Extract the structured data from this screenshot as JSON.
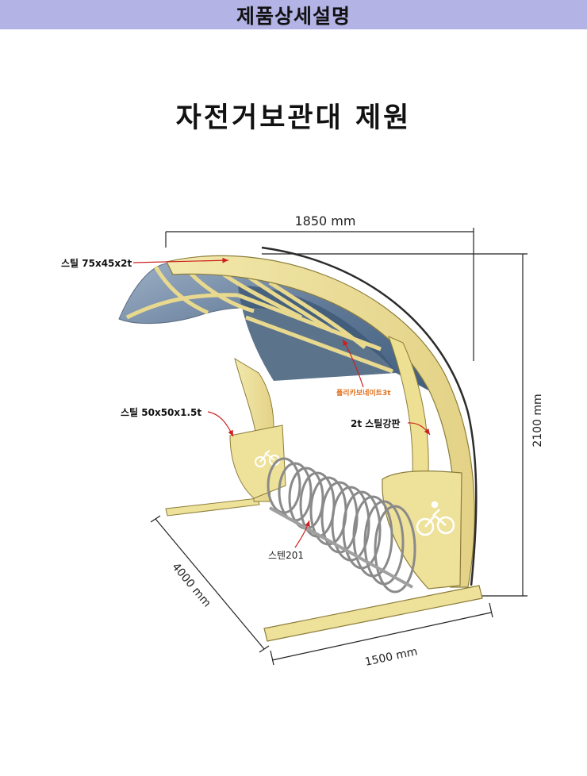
{
  "header": {
    "title": "제품상세설명"
  },
  "main": {
    "title": "자전거보관대 제원"
  },
  "dimensions": {
    "width_top": "1850 mm",
    "height": "2100 mm",
    "depth": "4000 mm",
    "width_bottom": "1500 mm"
  },
  "labels": {
    "steel_frame": "스틸 75x45x2t",
    "polycarbonate": "폴리카보네이트3t",
    "steel_tube": "스틸 50x50x1.5t",
    "steel_plate": "2t 스틸강판",
    "stainless": "스텐201"
  },
  "colors": {
    "header_bg": "#b3b3e6",
    "frame_yellow": "#efe39a",
    "frame_edge": "#8c7d3a",
    "roof_glass": "#6f86a3",
    "leader_red": "#cc1f1f",
    "poly_label": "#e0701c"
  }
}
